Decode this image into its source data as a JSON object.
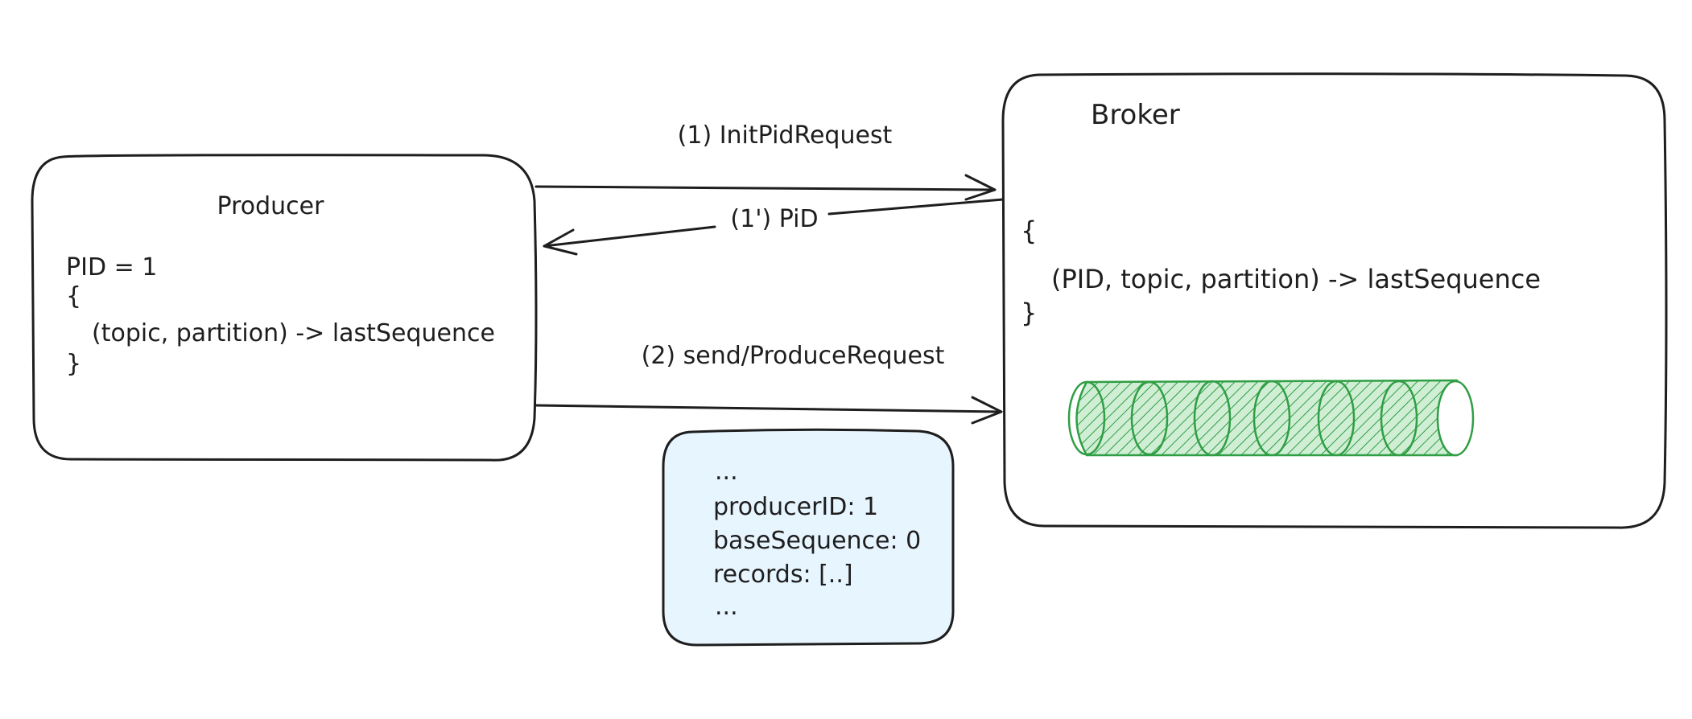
{
  "producer": {
    "title": "Producer",
    "lines": [
      "PID = 1",
      "{",
      "(topic, partition) -> lastSequence",
      "}"
    ]
  },
  "broker": {
    "title": "Broker",
    "lines": [
      "{",
      "(PID, topic, partition) -> lastSequence",
      "}"
    ]
  },
  "arrows": {
    "init_pid": "(1) InitPidRequest",
    "pid_reply": "(1') PiD",
    "produce": "(2) send/ProduceRequest"
  },
  "request_payload": {
    "lines": [
      "...",
      "producerID: 1",
      "baseSequence: 0",
      "records: [..]",
      "..."
    ]
  },
  "colors": {
    "stroke": "#1e1e1e",
    "log_fill": "#b2f2bb",
    "log_stroke": "#2f9e44",
    "payload_fill": "#e7f5ff"
  },
  "icons": {
    "log": "cylinder-log-icon"
  }
}
